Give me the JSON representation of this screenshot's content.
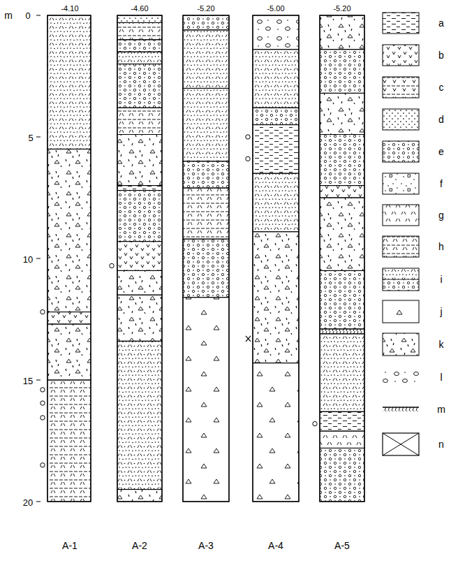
{
  "diagram": {
    "labels": [
      "m",
      "0",
      "5",
      "10",
      "15",
      "20",
      "-4.10",
      "-4.60",
      "-5.20",
      "-5.00",
      "-5.20",
      "A-1",
      "A-2",
      "A-3",
      "A-4",
      "A-5"
    ],
    "legend": [
      {
        "text": "a"
      },
      {
        "text": "b"
      },
      {
        "text": "c"
      },
      {
        "text": "d"
      },
      {
        "text": "e"
      },
      {
        "text": "f"
      },
      {
        "text": "g"
      },
      {
        "text": "h"
      },
      {
        "text": "i"
      },
      {
        "text": "j"
      },
      {
        "text": "k"
      },
      {
        "text": "l"
      },
      {
        "text": "m"
      },
      {
        "text": "n"
      }
    ]
  }
}
